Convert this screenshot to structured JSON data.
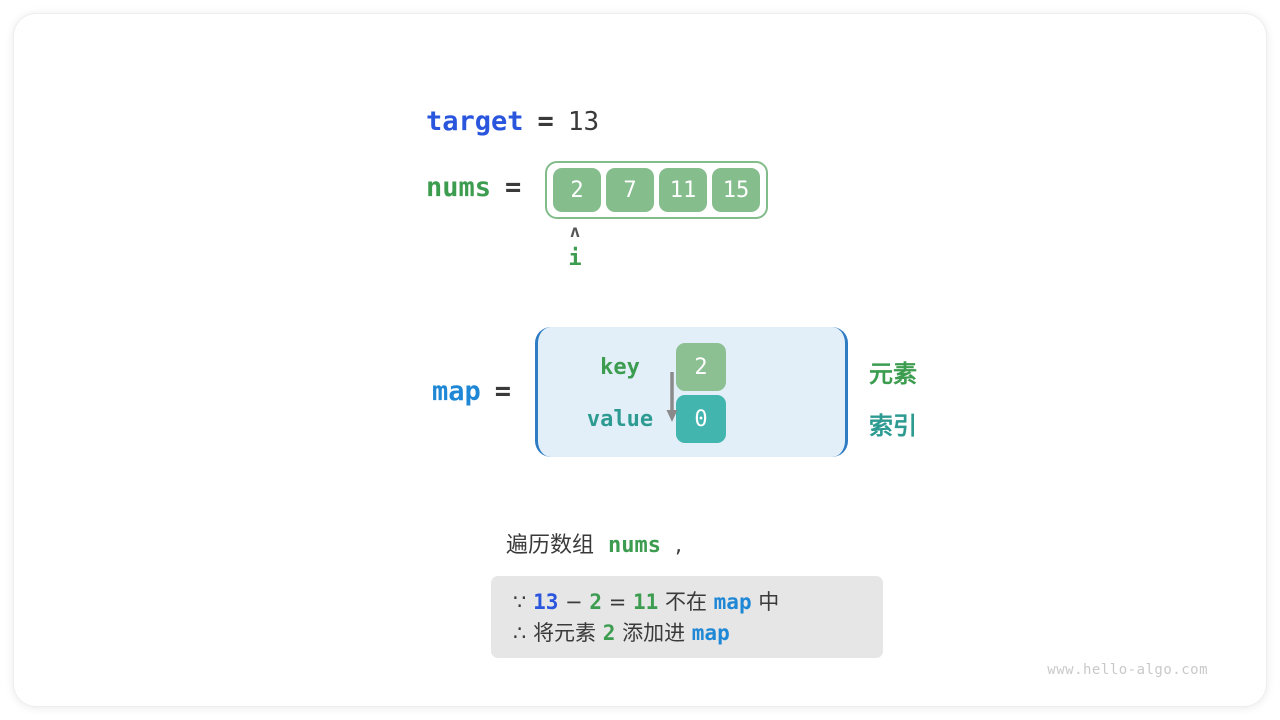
{
  "diagram": {
    "title_watermark": "www.hello-algo.com",
    "target": {
      "name": "target",
      "equals": "=",
      "value": "13"
    },
    "nums": {
      "name": "nums",
      "equals": "=",
      "cells": [
        "2",
        "7",
        "11",
        "15"
      ],
      "pointer": {
        "caret": "ʌ",
        "label": "i",
        "index": 0
      }
    },
    "map": {
      "name": "map",
      "equals": "=",
      "key_label": "key",
      "value_label": "value",
      "key_value": "2",
      "value_value": "0",
      "annotation_element": "元素",
      "annotation_index": "索引"
    },
    "caption": {
      "prefix": "遍历数组",
      "code": "nums",
      "suffix": ","
    },
    "note": {
      "line1": {
        "because_symbol": "∵",
        "a": "13",
        "minus": "−",
        "b": "2",
        "eq": "=",
        "c": "11",
        "text_not_in": "不在",
        "map": "map",
        "text_in": "中"
      },
      "line2": {
        "therefore_symbol": "∴",
        "text_add": "将元素",
        "value": "2",
        "text_into": "添加进",
        "map": "map"
      }
    },
    "colors": {
      "green": "#3C9C4F",
      "cell_green": "#85BD8D",
      "teal": "#2E9B92",
      "value_teal": "#42B5AE",
      "blue": "#2A56DE",
      "light_blue": "#1E87D6",
      "map_bg": "#E2EFF9",
      "map_border": "#2F7BC4",
      "note_bg": "#E6E6E6",
      "text": "#3A3A3A"
    }
  }
}
